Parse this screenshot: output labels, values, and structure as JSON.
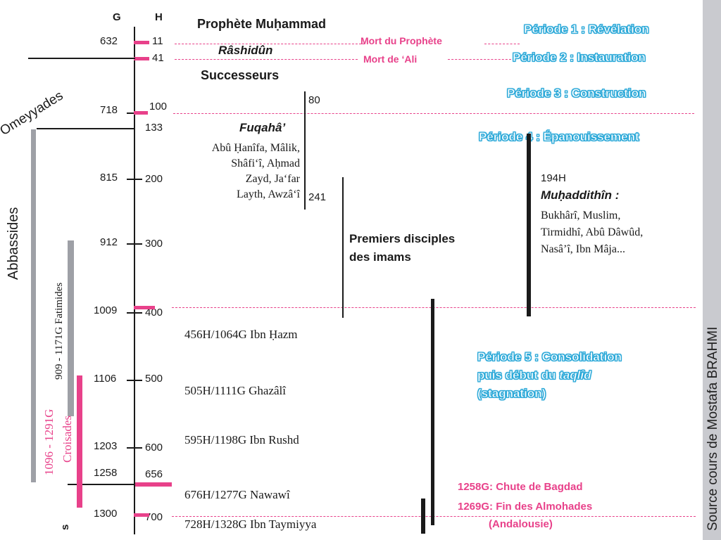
{
  "headers": {
    "g": "G",
    "h": "H",
    "s": "s"
  },
  "g_ticks": [
    "632",
    "718",
    "815",
    "912",
    "1009",
    "1106",
    "1203",
    "1258",
    "1300"
  ],
  "h_ticks": [
    "11",
    "41",
    "100",
    "133",
    "200",
    "300",
    "400",
    "500",
    "600",
    "656",
    "700"
  ],
  "top_labels": {
    "prophet": "Prophète Muḥammad",
    "rashidun": "Râshidûn",
    "successors": "Successeurs"
  },
  "events": {
    "death_prophet": "Mort du Prophète",
    "death_ali": "Mort de ‘Ali"
  },
  "periods": {
    "p1": "Période 1 : Révélation",
    "p2": "Période 2 : Instauration",
    "p3": "Période 3 : Construction",
    "p4": "Période 4 : Épanouissement",
    "p5_line1": "Période 5 : Consolidation",
    "p5_line2_a": "puis début du ",
    "p5_line2_b": "taqlîd",
    "p5_line3": "(stagnation)"
  },
  "fuqaha": {
    "title": "Fuqahâ’",
    "line1": "Abû Ḥanîfa, Mâlik,",
    "line2": "Shâfi‘î, Aḥmad",
    "line3": "Zayd, Ja‘far",
    "line4": "Layth, Awzâ‘î",
    "start": "80",
    "end": "241"
  },
  "disciples": {
    "line1": "Premiers disciples",
    "line2": "des imams"
  },
  "muhaddithin": {
    "start": "194H",
    "title": "Muḥaddithîn :",
    "line1": "Bukhârî, Muslim,",
    "line2": "Tirmidhî, Abû Dâwûd,",
    "line3": "Nasâ’î, Ibn Mâja..."
  },
  "scholars": [
    "456H/1064G Ibn Ḥazm",
    "505H/1111G Ghazâlî",
    "595H/1198G Ibn Rushd",
    "676H/1277G Nawawî",
    "728H/1328G Ibn Taymiyya"
  ],
  "dynasties": {
    "omeyyades": "Omeyyades",
    "abbassides": "Abbassides",
    "fatimides": "909 - 1171G Fatimides",
    "croisades_dates": "1096 - 1291G",
    "croisades": "Croisades"
  },
  "late_events": {
    "bagdad": "1258G: Chute de Bagdad",
    "almohades": "1269G: Fin des Almohades",
    "andalousie": "(Andalousie)"
  },
  "source": "Source cours de Mostafa BRAHMI",
  "colors": {
    "accent_pink": "#e8418a",
    "period_blue": "#2aa8d8",
    "dynasty_grey": "#9ea0a6"
  }
}
